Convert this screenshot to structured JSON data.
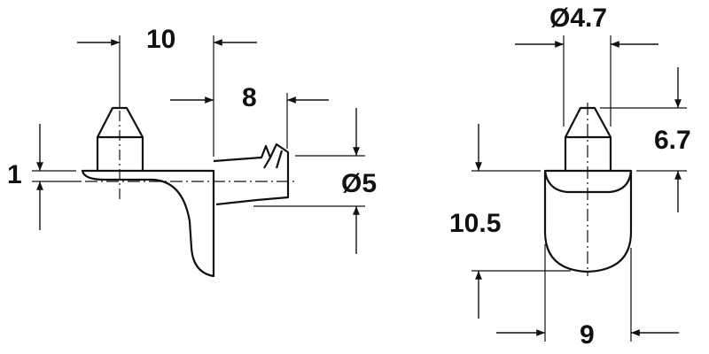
{
  "diagram": {
    "type": "technical-dimension-drawing",
    "subject": "shelf support pin",
    "views": [
      {
        "name": "side-view",
        "dimensions": {
          "overall_length": "10",
          "pin_length": "8",
          "plate_thickness": "1",
          "pin_diameter": "Ø5"
        }
      },
      {
        "name": "front-view",
        "dimensions": {
          "peg_diameter": "Ø4.7",
          "peg_height": "6.7",
          "body_height": "10.5",
          "body_width": "9"
        }
      }
    ],
    "line_color": "#111111",
    "background": "#ffffff"
  },
  "labels": {
    "d10": "10",
    "d8": "8",
    "d1": "1",
    "d5": "Ø5",
    "d47": "Ø4.7",
    "d67": "6.7",
    "d105": "10.5",
    "d9": "9"
  }
}
